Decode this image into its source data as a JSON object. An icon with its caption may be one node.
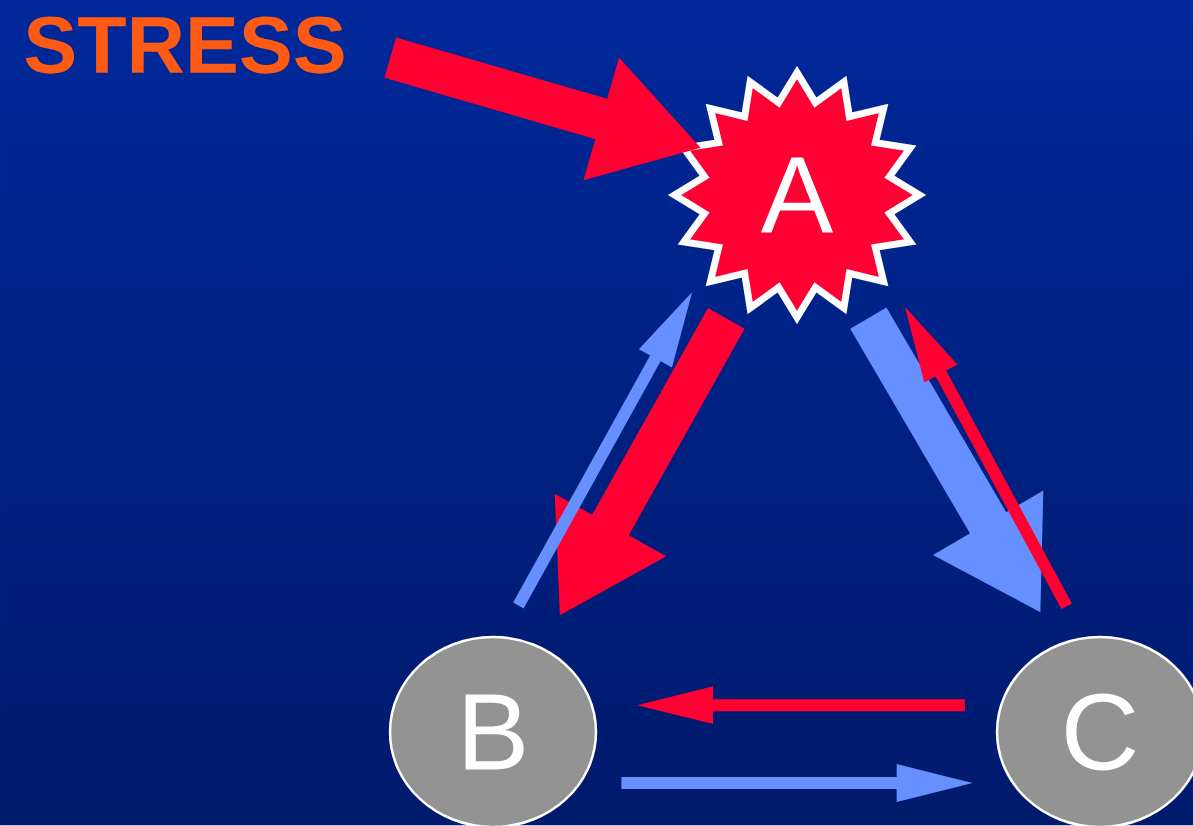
{
  "diagram": {
    "nodes": [
      {
        "text": [
          "STRESS"
        ]
      },
      {
        "text": [
          "A"
        ]
      },
      {
        "text": [
          "B"
        ]
      },
      {
        "text": [
          "C"
        ]
      }
    ],
    "edges": [
      {
        "from": 0,
        "to": 1,
        "arrow": "to",
        "style": "thick",
        "color": "#ff0033"
      },
      {
        "from": 1,
        "to": 2,
        "arrow": "to",
        "style": "thick",
        "color": "#ff0033"
      },
      {
        "from": 2,
        "to": 1,
        "arrow": "to",
        "color": "#6690ff"
      },
      {
        "from": 1,
        "to": 3,
        "arrow": "to",
        "style": "thick",
        "color": "#6690ff"
      },
      {
        "from": 3,
        "to": 1,
        "arrow": "to",
        "color": "#ff0033"
      },
      {
        "from": 3,
        "to": 2,
        "arrow": "to",
        "color": "#ff0033"
      },
      {
        "from": 2,
        "to": 3,
        "arrow": "to",
        "color": "#6690ff"
      }
    ]
  }
}
